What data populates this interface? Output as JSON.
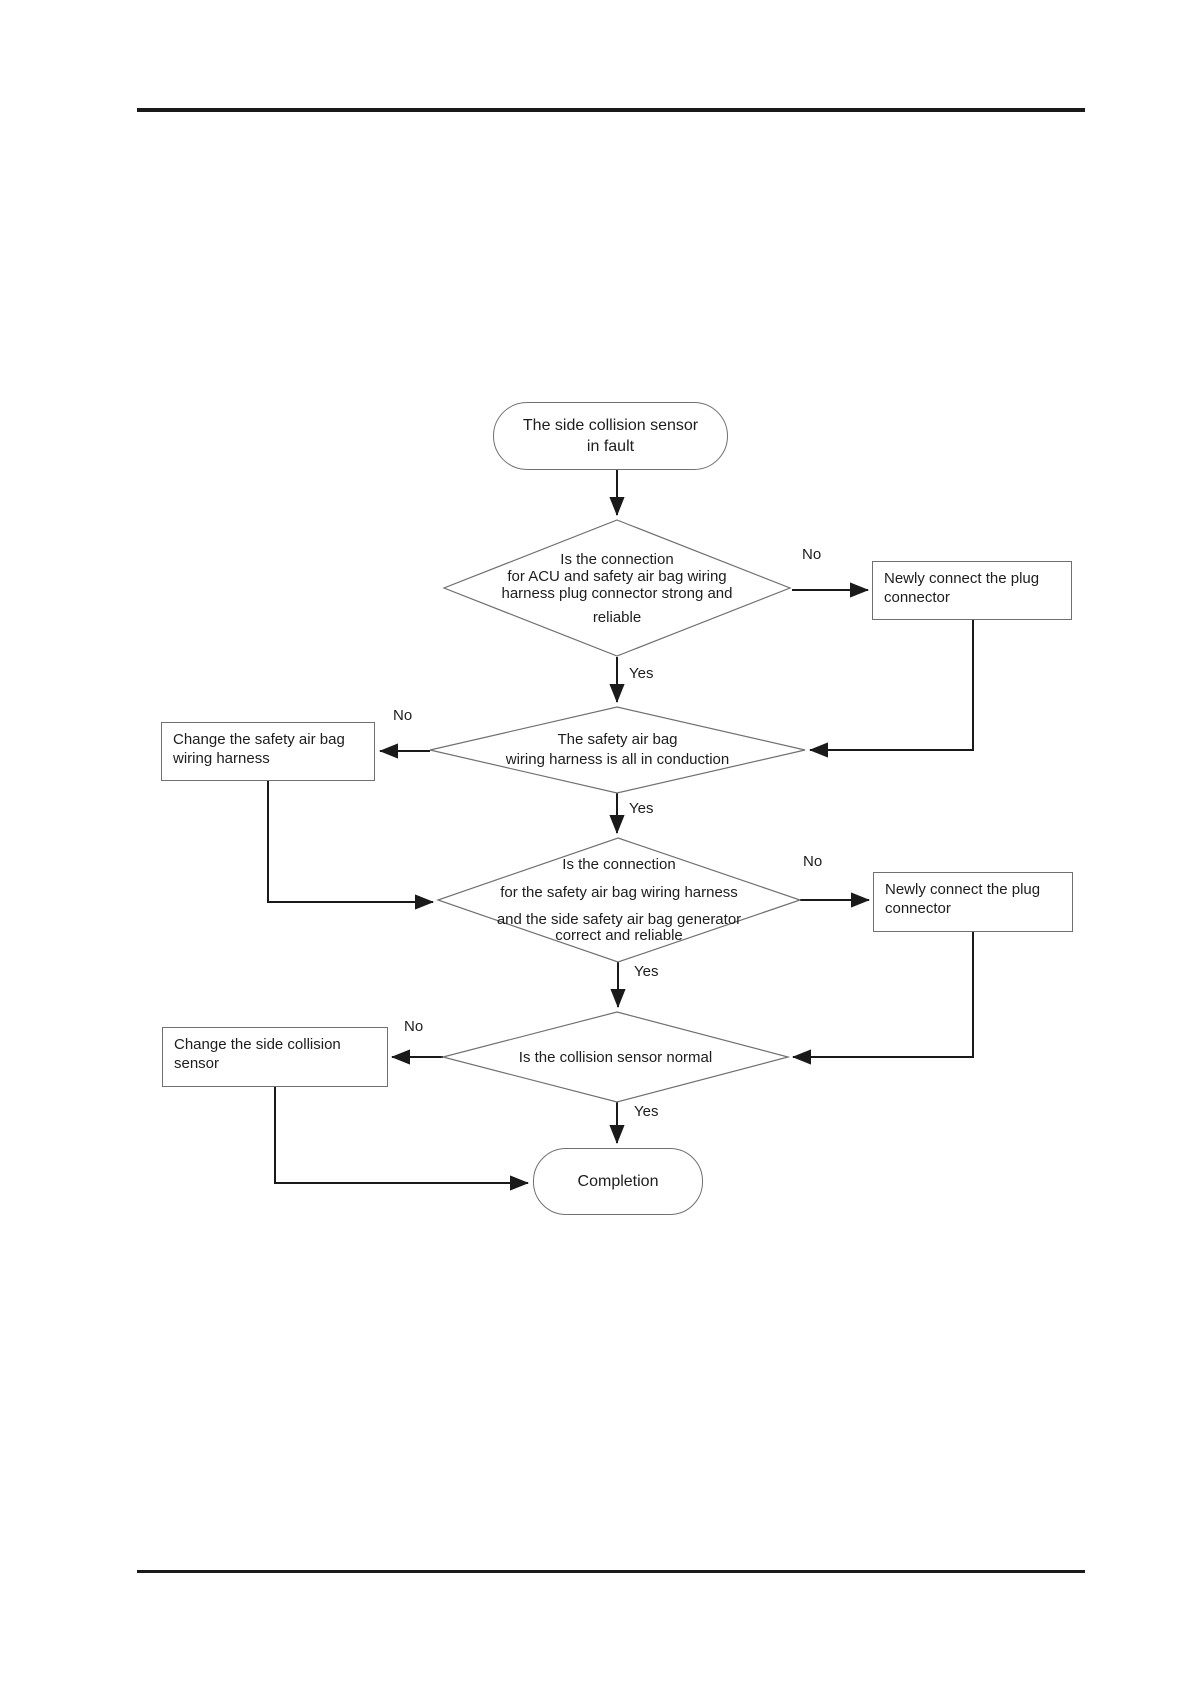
{
  "colors": {
    "background": "#ffffff",
    "line": "#1a1a1a",
    "shape_border": "#707070",
    "text": "#1d1d1d"
  },
  "flowchart": {
    "start": {
      "type": "terminator",
      "lines": [
        "The side collision sensor",
        "in fault"
      ]
    },
    "d1": {
      "type": "decision",
      "lines": [
        "Is the connection",
        "for ACU and safety air bag wiring",
        "harness plug connector strong and",
        "reliable"
      ],
      "yes_label": "Yes",
      "no_label": "No"
    },
    "newly_connect_1": {
      "type": "process",
      "lines": [
        "Newly connect the plug",
        "connector"
      ]
    },
    "d2": {
      "type": "decision",
      "lines": [
        "The safety air bag",
        "wiring harness is all in conduction"
      ],
      "yes_label": "Yes",
      "no_label": "No"
    },
    "change_harness": {
      "type": "process",
      "lines": [
        "Change the safety air bag",
        "wiring harness"
      ]
    },
    "d3": {
      "type": "decision",
      "lines": [
        "Is the connection",
        "for the safety air bag wiring harness",
        "and the side safety air bag generator",
        "correct and reliable"
      ],
      "yes_label": "Yes",
      "no_label": "No"
    },
    "newly_connect_2": {
      "type": "process",
      "lines": [
        "Newly connect the plug",
        "connector"
      ]
    },
    "d4": {
      "type": "decision",
      "lines": [
        "Is the collision sensor normal"
      ],
      "yes_label": "Yes",
      "no_label": "No"
    },
    "change_sensor": {
      "type": "process",
      "lines": [
        "Change the side collision",
        "sensor"
      ]
    },
    "end": {
      "type": "terminator",
      "lines": [
        "Completion"
      ]
    }
  }
}
